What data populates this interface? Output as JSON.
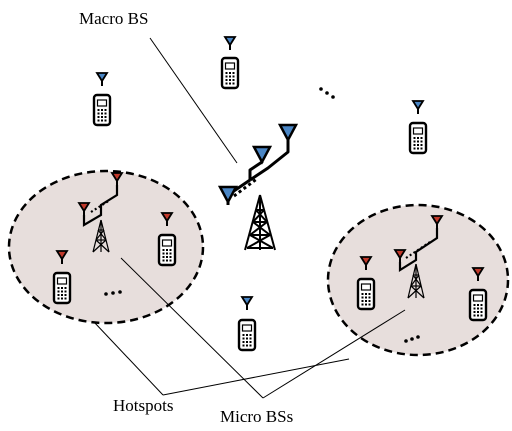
{
  "labels": {
    "macro_bs": "Macro BS",
    "hotspots": "Hotspots",
    "micro_bss": "Micro BSs"
  },
  "colors": {
    "macro_antenna": "#4a86c5",
    "micro_antenna": "#c0392b",
    "hotspot_fill": "#e7dedc",
    "hotspot_border": "#000000",
    "device": "#000000"
  },
  "icons": {
    "macro_bs": "cell-tower-icon",
    "micro_bs": "cell-tower-icon",
    "user_equipment": "mobile-phone-icon",
    "ellipsis": "ellipsis-icon"
  }
}
